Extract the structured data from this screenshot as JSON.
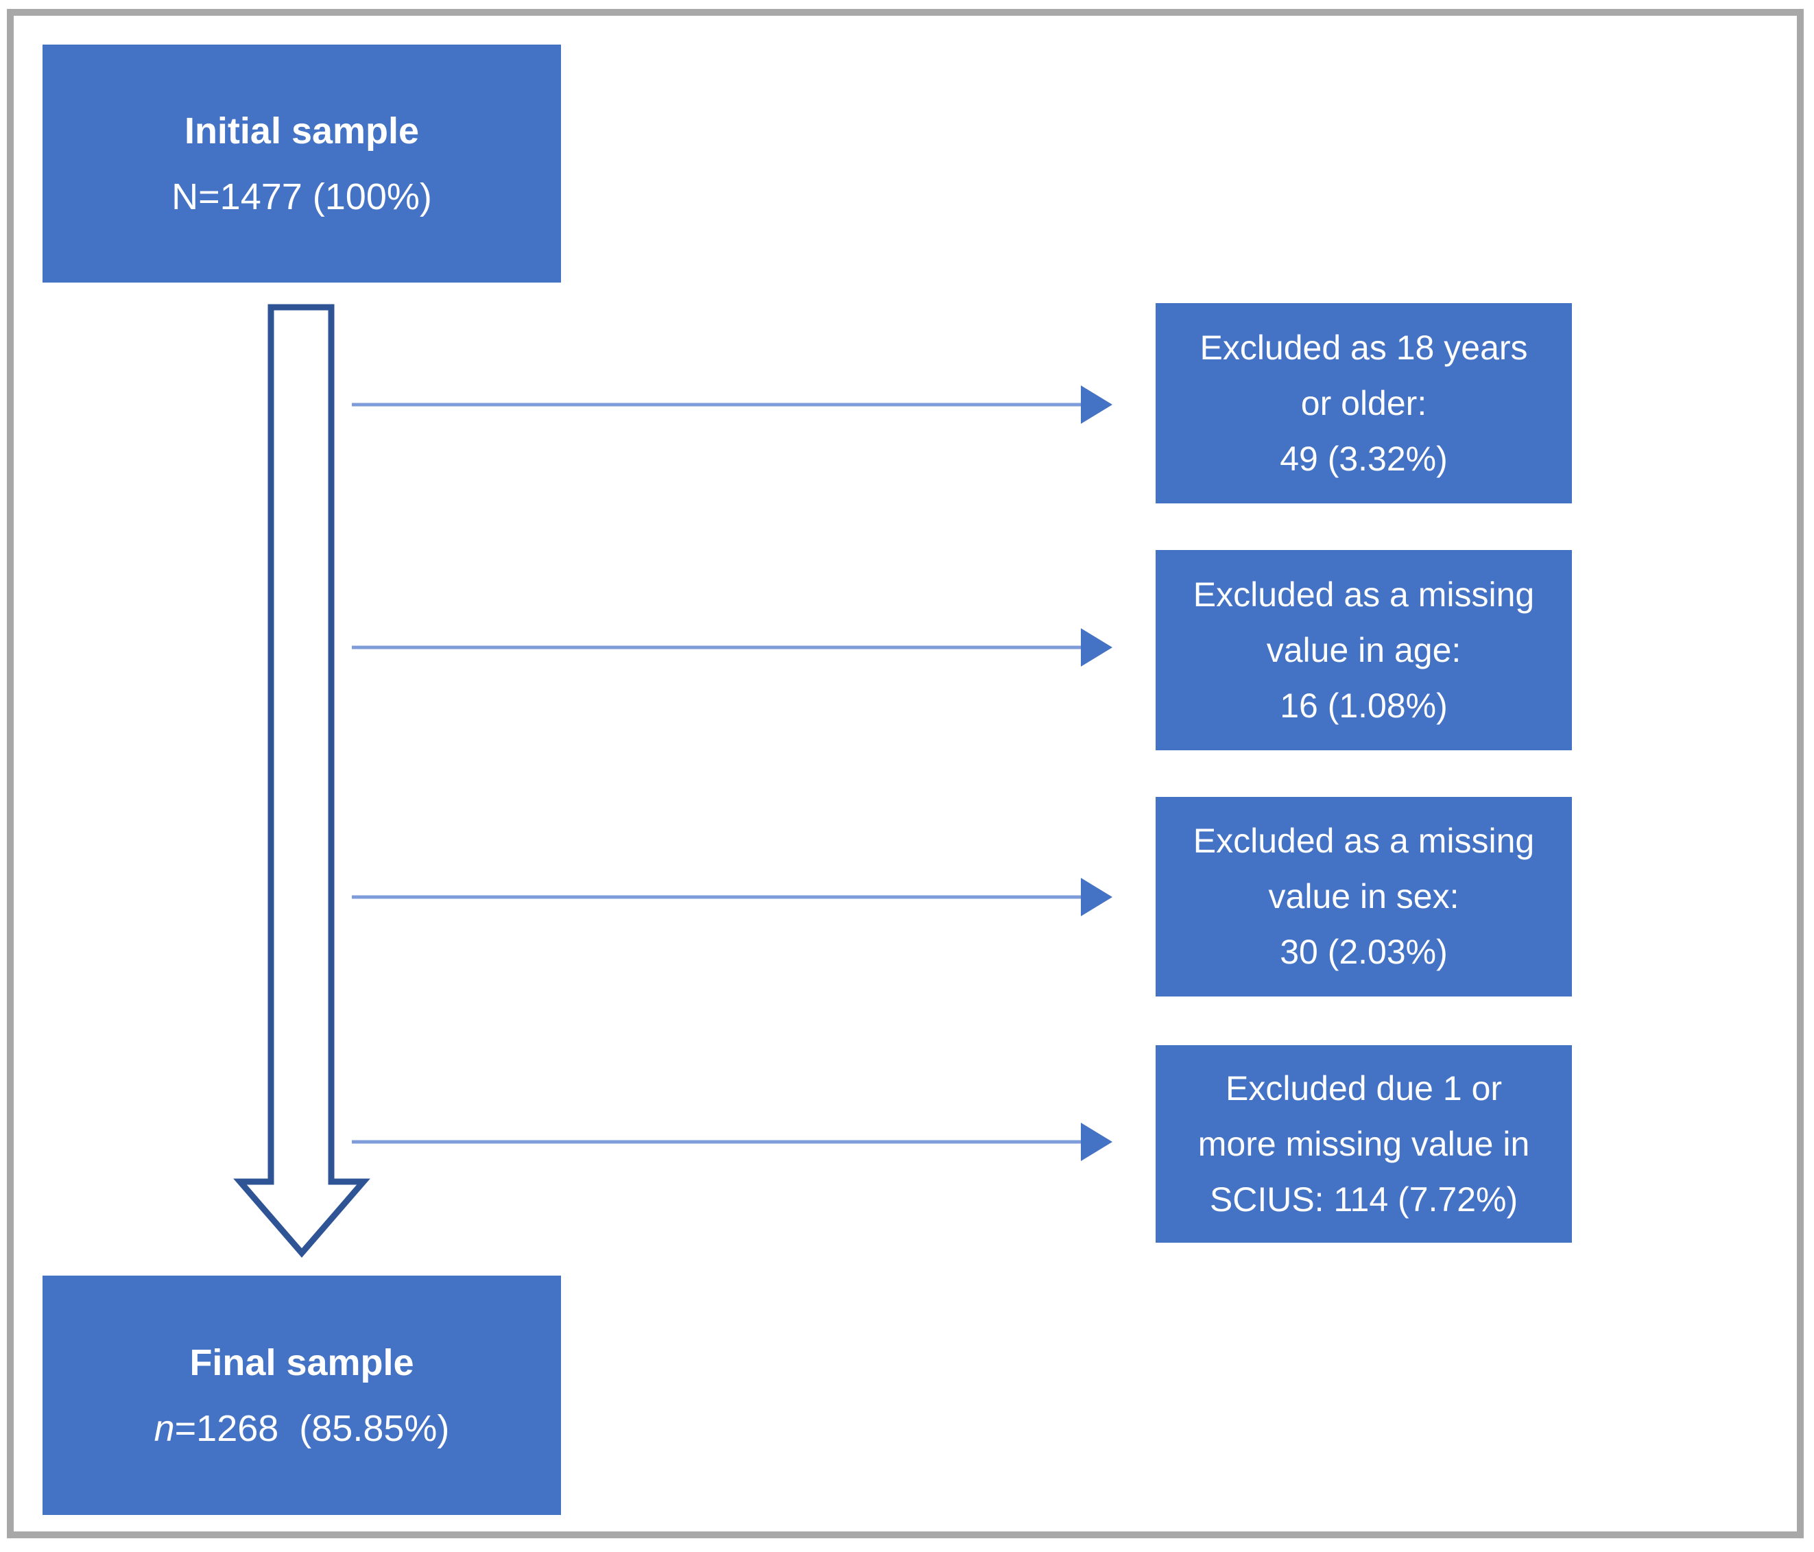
{
  "initial_box": {
    "line1": "Initial sample",
    "line2": "N=1477 (100%)"
  },
  "exclusion_boxes": [
    {
      "lines": [
        "Excluded as 18 years",
        "or older:",
        "49 (3.32%)"
      ]
    },
    {
      "lines": [
        "Excluded as a missing",
        "value in age:",
        "16 (1.08%)"
      ]
    },
    {
      "lines": [
        "Excluded as a missing",
        "value in sex:",
        "30 (2.03%)"
      ]
    },
    {
      "lines": [
        "Excluded due 1 or",
        "more missing value in",
        "SCIUS: 114 (7.72%)"
      ]
    }
  ],
  "final_box": {
    "line1": "Final sample",
    "count_italic_n": "n",
    "count_rest": "=1268  (85.85%)"
  },
  "theme": {
    "box_blue": "#4472c4",
    "arrow_outline": "#2f5496",
    "connector_line": "#7d9cd9",
    "connector_head": "#4472c4",
    "frame_gray": "#a8a8a8",
    "text_color": "#ffffff"
  }
}
